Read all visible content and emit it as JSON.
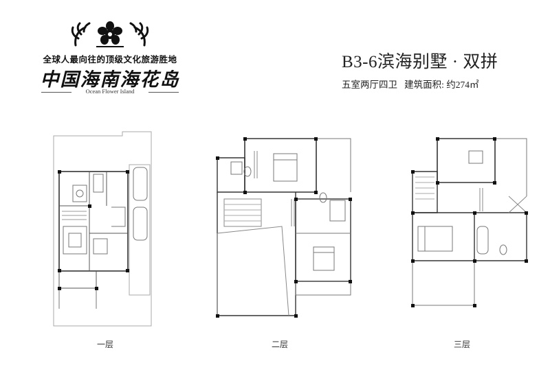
{
  "logo": {
    "tagline": "全球人最向往的顶级文化旅游胜地",
    "brand_cn": "中国海南海花岛",
    "brand_en": "Ocean Flower Island"
  },
  "title": {
    "model": "B3-6滨海别墅 · 双拼",
    "rooms": "五室两厅四卫",
    "area_label": "建筑面积: 约274㎡"
  },
  "floors": [
    {
      "label": "一层"
    },
    {
      "label": "二层"
    },
    {
      "label": "三层"
    }
  ]
}
